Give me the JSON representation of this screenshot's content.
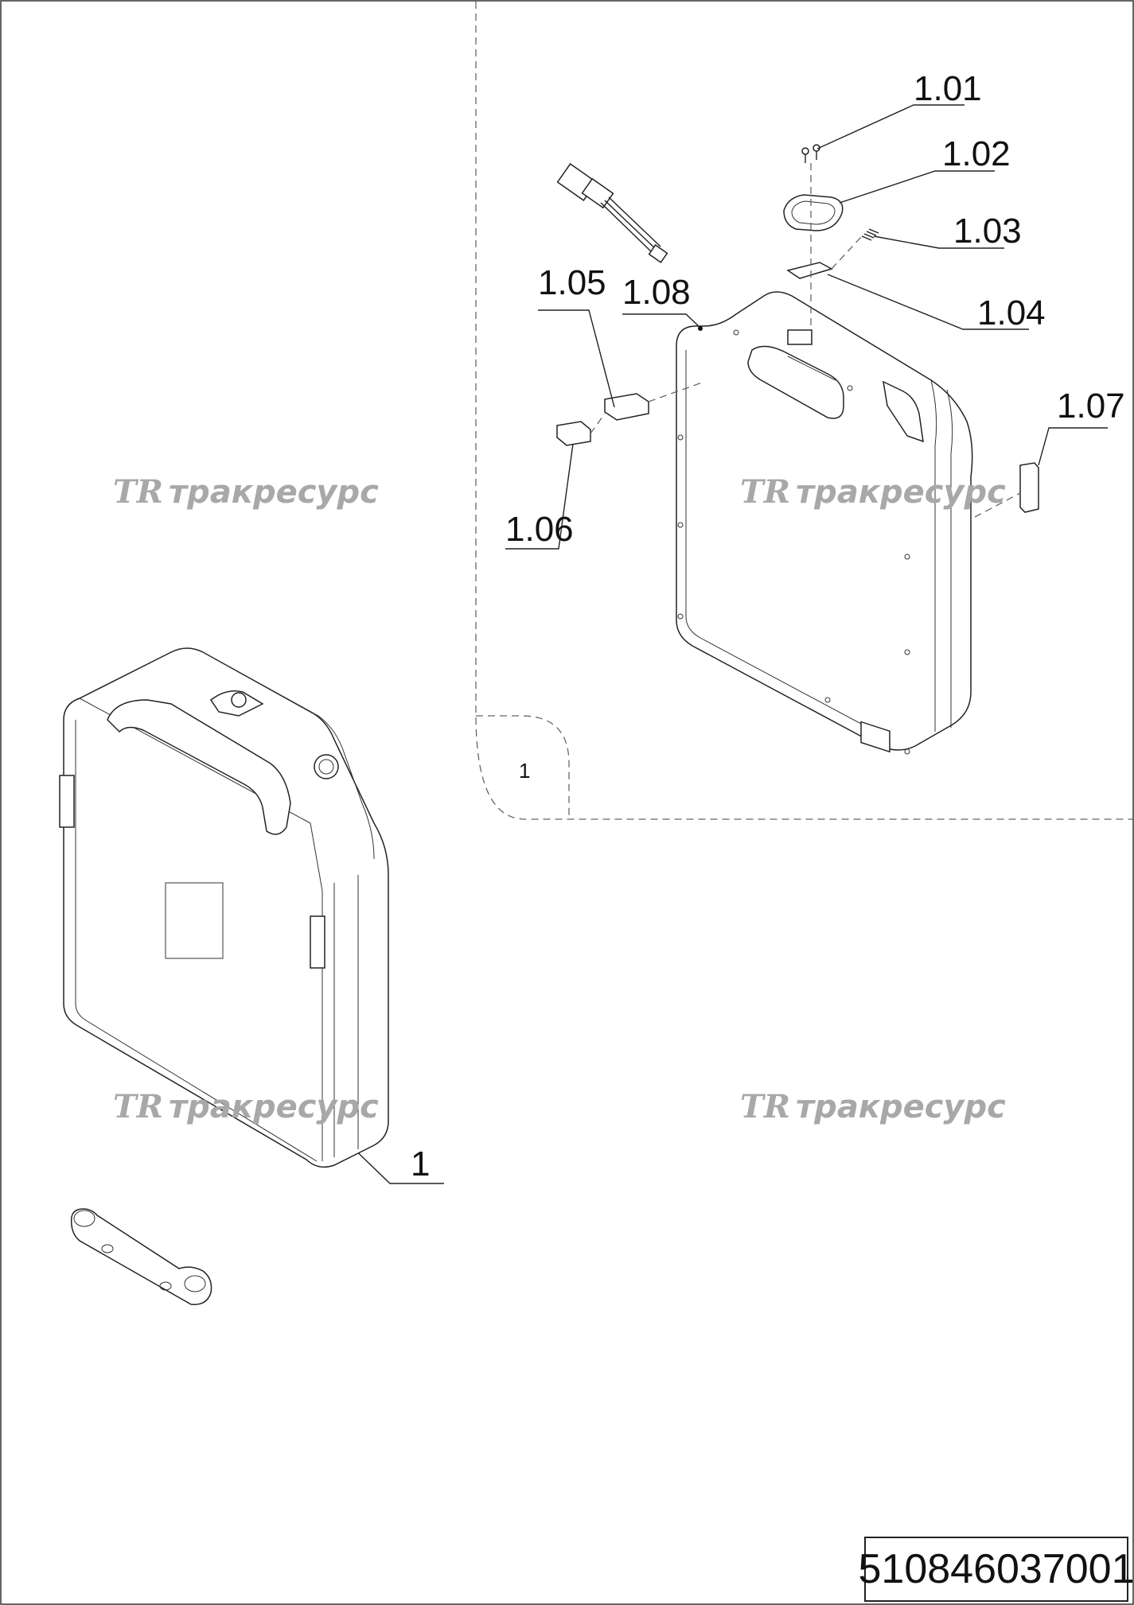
{
  "drawing": {
    "callouts": {
      "c101": "1.01",
      "c102": "1.02",
      "c103": "1.03",
      "c104": "1.04",
      "c105": "1.05",
      "c106": "1.06",
      "c107": "1.07",
      "c108": "1.08",
      "c1": "1"
    },
    "detail_view_label": "1",
    "document_number": "510846037001"
  },
  "watermark": {
    "logo": "TR",
    "text": "тракресурс"
  }
}
